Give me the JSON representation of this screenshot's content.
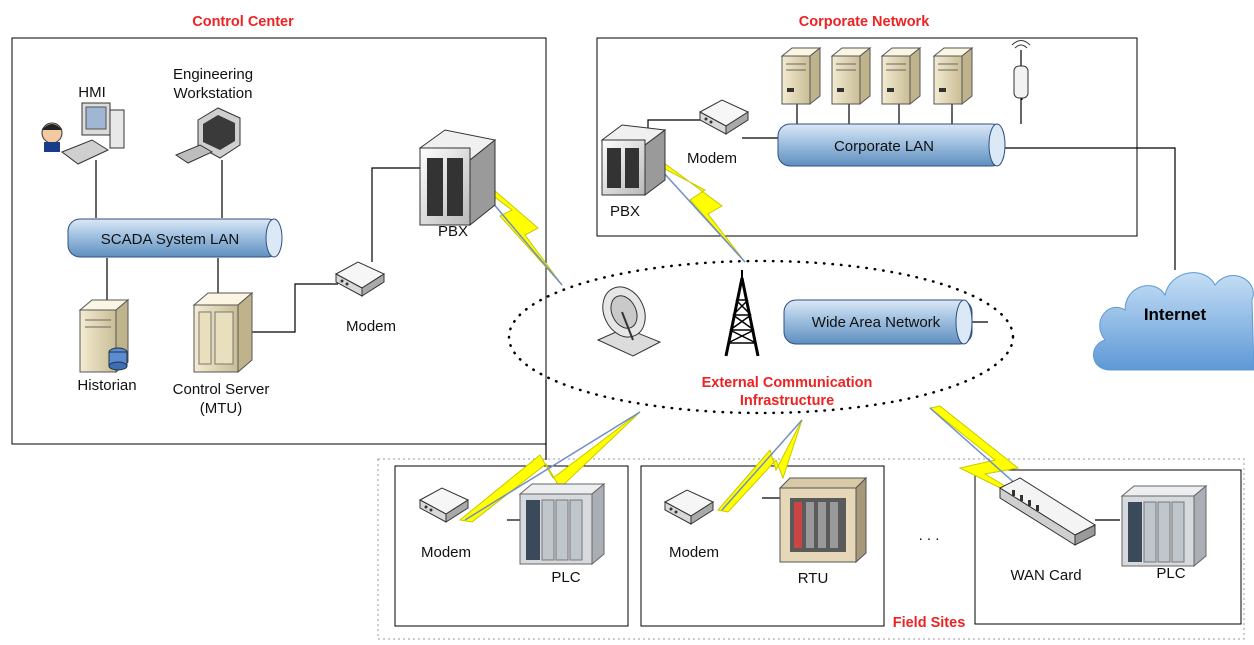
{
  "sections": {
    "control_center": "Control Center",
    "corporate_network": "Corporate Network",
    "external": [
      "External Communication",
      "Infrastructure"
    ],
    "field_sites": "Field Sites"
  },
  "labels": {
    "hmi": "HMI",
    "eng_ws": [
      "Engineering",
      "Workstation"
    ],
    "scada_lan": "SCADA System LAN",
    "historian": "Historian",
    "control_server": [
      "Control Server",
      "(MTU)"
    ],
    "modem_cc": "Modem",
    "pbx_cc": "PBX",
    "pbx_corp": "PBX",
    "modem_corp": "Modem",
    "corporate_lan": "Corporate LAN",
    "wan": "Wide Area Network",
    "internet": "Internet",
    "site1_modem": "Modem",
    "site1_plc": "PLC",
    "site2_modem": "Modem",
    "site2_rtu": "RTU",
    "ellipsis": ". . .",
    "site3_wan": "WAN Card",
    "site3_plc": "PLC"
  },
  "colors": {
    "section_title": "#ee2222",
    "pipe": "#8eb4d8",
    "lightning": "#ffff00",
    "cloud": "#7fb2e5"
  }
}
